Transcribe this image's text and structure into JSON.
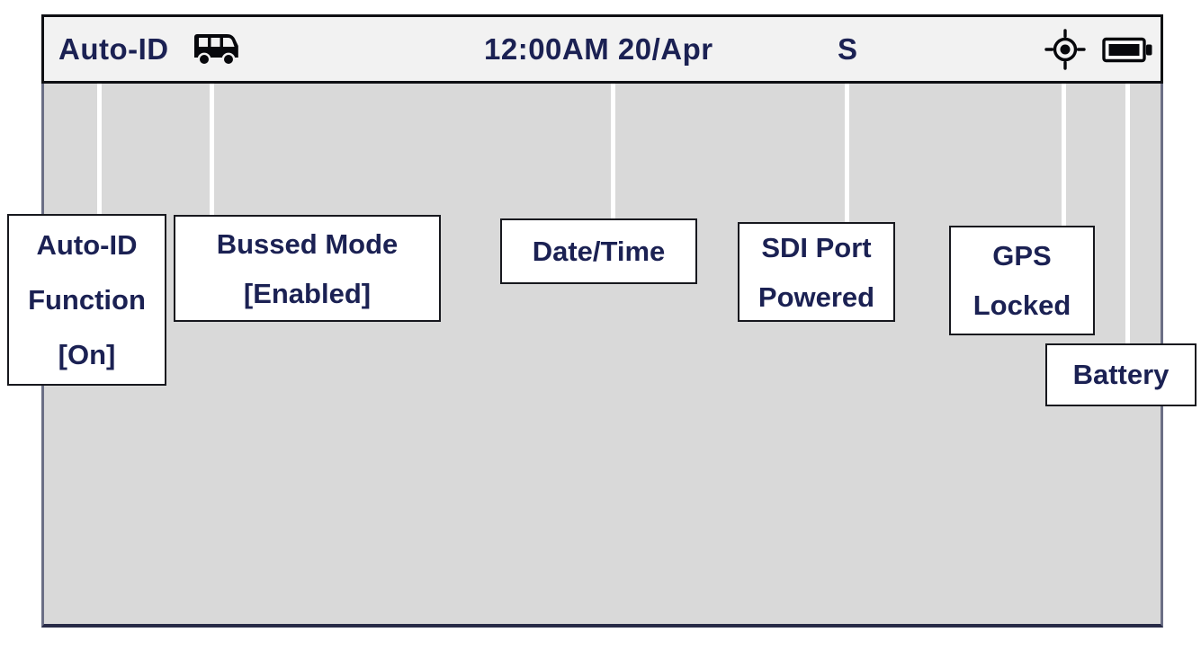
{
  "figure": {
    "description": "Device status bar explanation diagram with callout labels"
  },
  "status_bar": {
    "auto_id_label": "Auto-ID",
    "datetime": "12:00AM 20/Apr",
    "sdi_indicator": "S",
    "icons": {
      "bus": "bus-icon",
      "gps": "gps-target-icon",
      "battery": "battery-full-icon"
    }
  },
  "callouts": {
    "auto_id": {
      "lines": [
        "Auto-ID",
        "Function",
        "[On]"
      ]
    },
    "bussed_mode": {
      "lines": [
        "Bussed Mode",
        "[Enabled]"
      ]
    },
    "date_time": {
      "label": "Date/Time"
    },
    "sdi_port": {
      "lines": [
        "SDI Port",
        "Powered"
      ]
    },
    "gps_locked": {
      "lines": [
        "GPS",
        "Locked"
      ]
    },
    "battery": {
      "label": "Battery"
    }
  },
  "colors": {
    "label_text": "#1b2153",
    "status_bar_bg": "#f2f2f2",
    "screen_bg": "#d9d9d9",
    "leader_line": "#ffffff",
    "status_bar_border": "#0e0f13",
    "screen_frame_border": "#6b6f85",
    "screen_frame_bottom": "#282b47",
    "callout_border": "#17181e",
    "icon_black": "#07080c"
  }
}
